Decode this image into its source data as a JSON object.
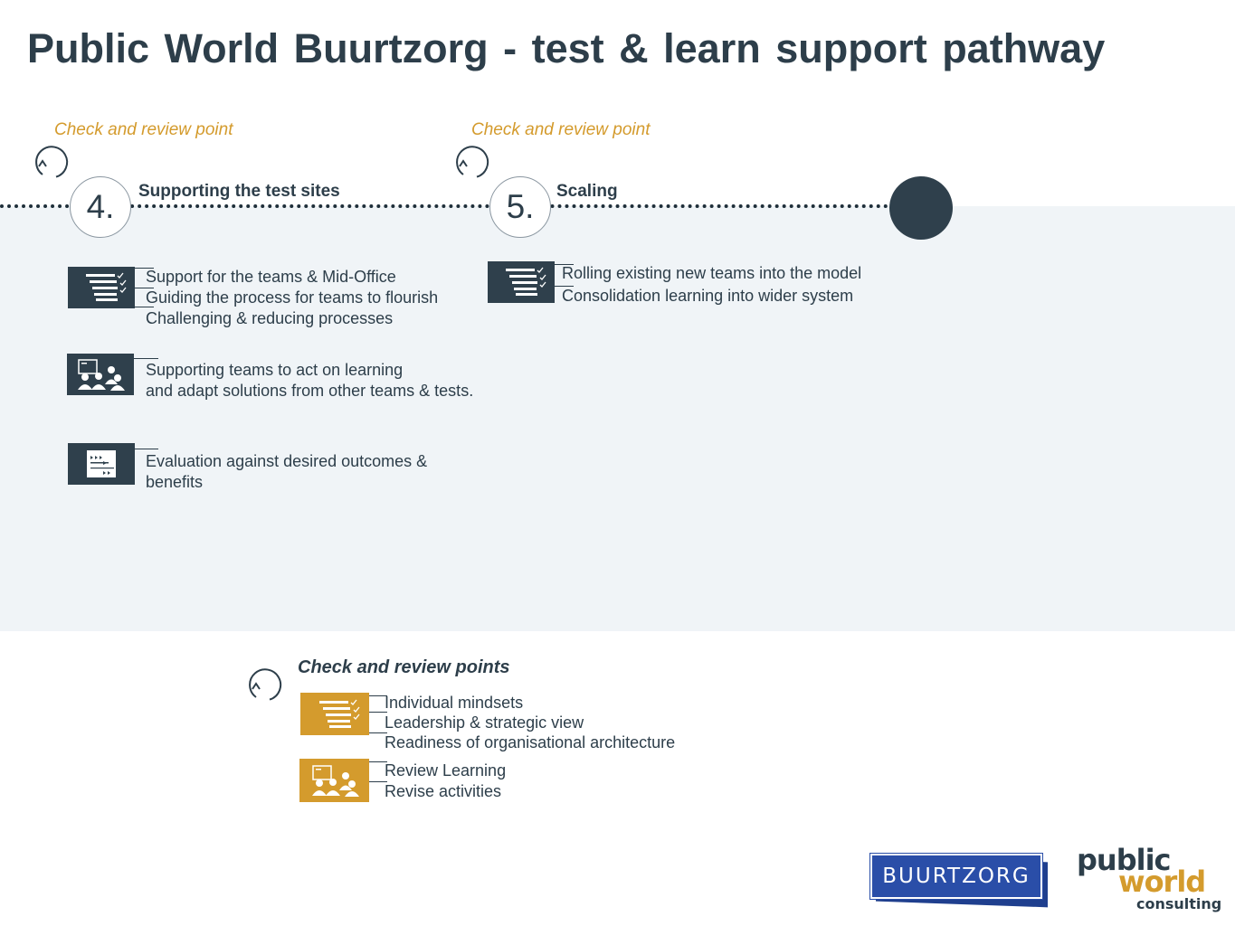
{
  "header": {
    "title": "Public World Buurtzorg - test & learn support pathway"
  },
  "review_point_label": "Check and review point",
  "steps": [
    {
      "number": "4.",
      "title": "Supporting the test sites",
      "groups": [
        {
          "icon": "checklist-icon",
          "lines": [
            "Support for the teams & Mid-Office",
            "Guiding the process for teams to flourish",
            "Challenging & reducing processes"
          ]
        },
        {
          "icon": "team-presentation-icon",
          "lines": [
            "Supporting teams to act on learning",
            "and adapt solutions from other teams & tests."
          ]
        },
        {
          "icon": "evaluation-board-icon",
          "lines": [
            "Evaluation against desired outcomes &",
            "benefits"
          ]
        }
      ]
    },
    {
      "number": "5.",
      "title": "Scaling",
      "groups": [
        {
          "icon": "checklist-icon",
          "lines": [
            "Rolling existing new teams into the model",
            "Consolidation learning into wider system"
          ]
        }
      ]
    }
  ],
  "check_points": {
    "title": "Check and review points",
    "groups": [
      {
        "icon": "checklist-icon",
        "lines": [
          "Individual mindsets",
          "Leadership & strategic view",
          "Readiness of organisational architecture"
        ]
      },
      {
        "icon": "team-presentation-icon",
        "lines": [
          "Review Learning",
          "Revise activities"
        ]
      }
    ]
  },
  "logos": {
    "buurtzorg": "BUURTZORG",
    "public_world": [
      "public",
      "world",
      "consulting"
    ]
  },
  "colors": {
    "navy": "#2f404c",
    "gold": "#d49b2d",
    "band": "#f0f4f7",
    "buurtzorg_blue": "#2a4ea8"
  }
}
